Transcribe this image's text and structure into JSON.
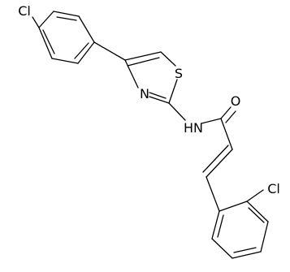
{
  "structure": {
    "atoms": {
      "cl_top": "Cl",
      "s_thiazole": "S",
      "n_thiazole": "N",
      "nh_amide": "HN",
      "o_carbonyl": "O",
      "cl_bottom": "Cl"
    }
  }
}
